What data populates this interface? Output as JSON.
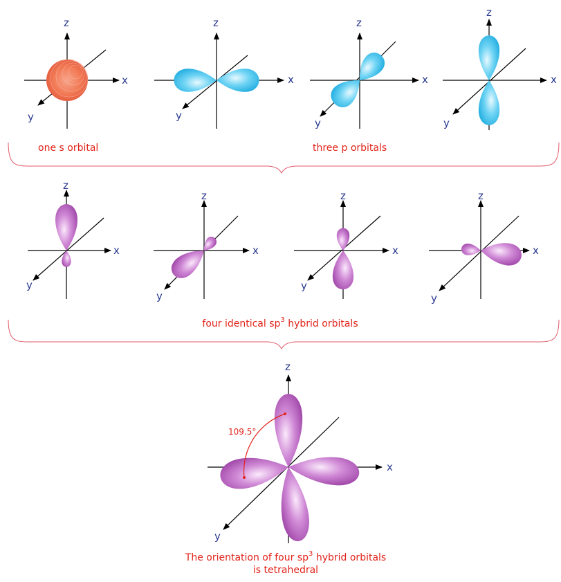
{
  "colors": {
    "s_orbital": "#f26f4f",
    "p_orbital": "#3ec3ee",
    "hybrid_orbital": "#b25ab8",
    "label_red": "#e2231a",
    "axis_text": "#2b3a8f",
    "bracket": "#e05a6a"
  },
  "axes": {
    "x": "x",
    "y": "y",
    "z": "z"
  },
  "row1": {
    "s_caption": "one s orbital",
    "p_caption": "three p orbitals"
  },
  "row2": {
    "caption_pre": "four identical sp",
    "caption_sup": "3",
    "caption_post": " hybrid orbitals"
  },
  "row3": {
    "angle": "109.5°",
    "caption_line1_pre": "The orientation of four sp",
    "caption_line1_sup": "3",
    "caption_line1_post": " hybrid orbitals",
    "caption_line2": "is tetrahedral"
  }
}
